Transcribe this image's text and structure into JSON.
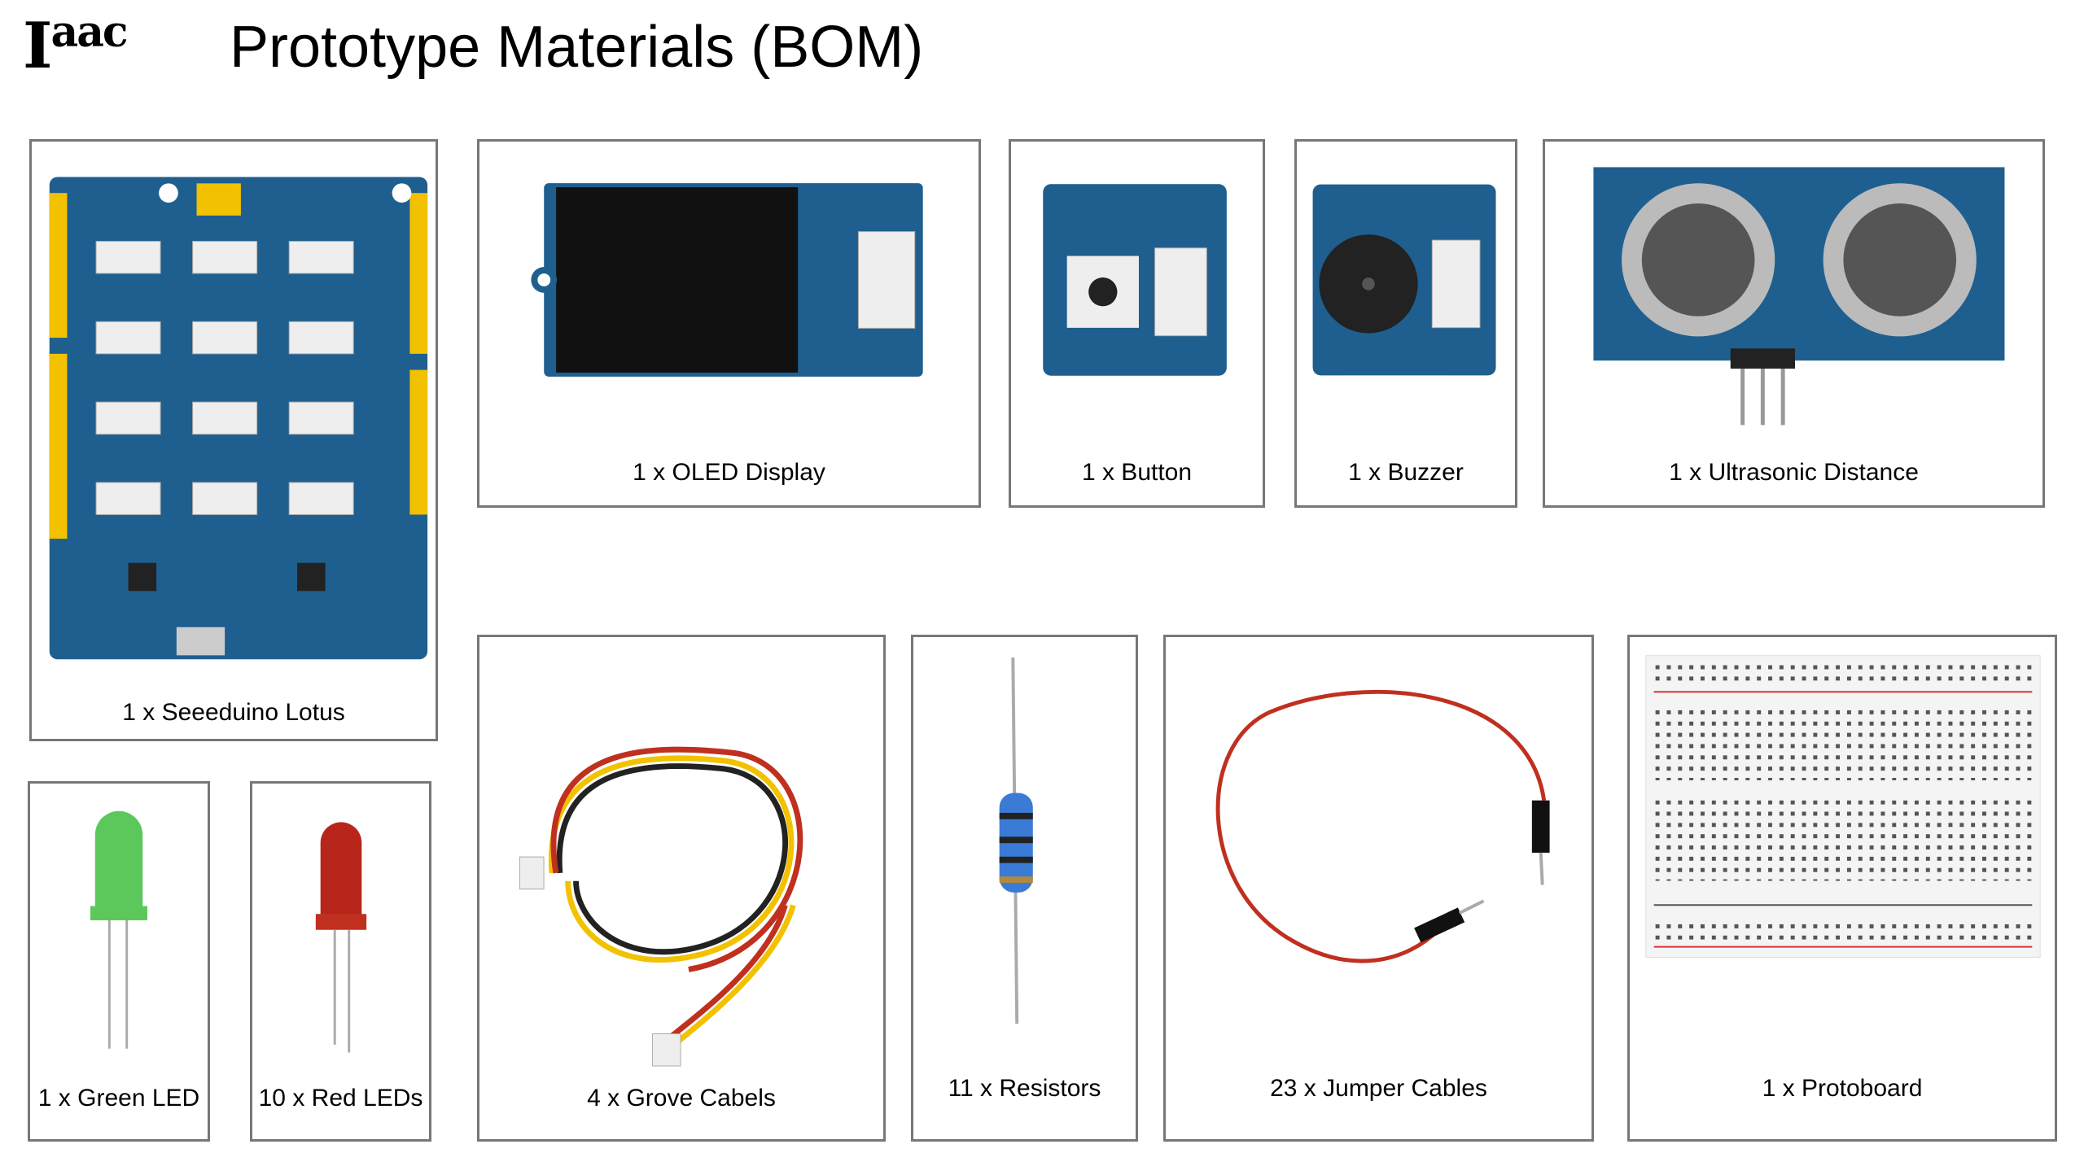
{
  "header": {
    "logo_text": "Iaac",
    "logo_main": "I",
    "logo_sup": "aac",
    "title": "Prototype Materials (BOM)"
  },
  "items": {
    "lotus": "1 x Seeeduino Lotus",
    "oled": "1 x OLED Display",
    "button": "1 x Button",
    "buzzer": "1 x Buzzer",
    "ultrasonic": "1 x Ultrasonic Distance",
    "green_led": "1 x Green LED",
    "red_led": "10 x Red LEDs",
    "grove": "4 x Grove Cabels",
    "resistors": "11 x Resistors",
    "jumper": "23 x Jumper Cables",
    "protoboard": "1 x Protoboard"
  },
  "colors": {
    "pcb": "#1f5f8f",
    "header_yellow": "#f2c200",
    "green_led": "#5cc85c",
    "red_led": "#b8261b"
  }
}
